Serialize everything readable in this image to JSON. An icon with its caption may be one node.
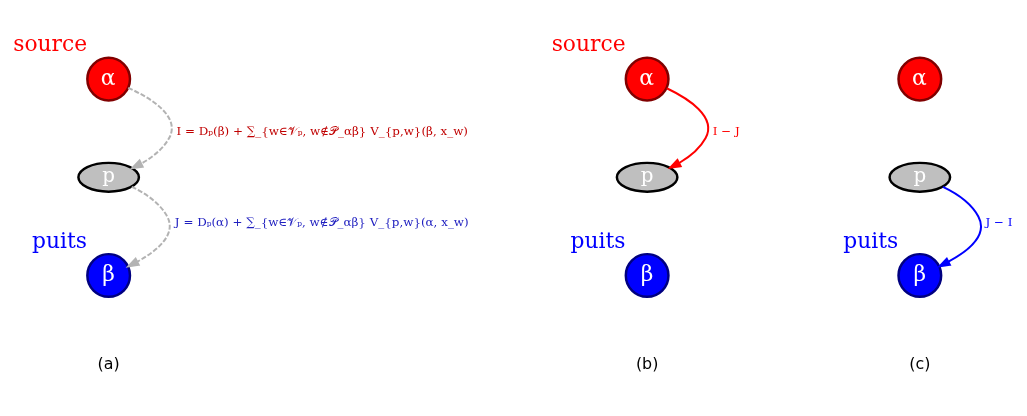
{
  "diagram": {
    "nodes": [
      {
        "text": [
          "α"
        ],
        "beside": [
          "source"
        ]
      },
      {
        "text": [
          "p"
        ]
      },
      {
        "text": [
          "β"
        ],
        "beside": [
          "puits"
        ]
      },
      {
        "text": [
          "α"
        ],
        "beside": [
          "source"
        ]
      },
      {
        "text": [
          "p"
        ]
      },
      {
        "text": [
          "β"
        ],
        "beside": [
          "puits"
        ]
      },
      {
        "text": [
          "α"
        ]
      },
      {
        "text": [
          "p"
        ]
      },
      {
        "text": [
          "β"
        ],
        "beside": [
          "puits"
        ]
      }
    ],
    "edges": [
      {
        "from": 0,
        "to": 1,
        "arrow": "to",
        "style": "dashed",
        "color": "#b3b3b3",
        "label": "I = Dₚ(β) + ∑_{w∈𝒱ₚ, w∉𝒫_αβ} V_{p,w}(β, x_w)"
      },
      {
        "from": 1,
        "to": 2,
        "arrow": "to",
        "style": "dashed",
        "color": "#b3b3b3",
        "label": "J = Dₚ(α) + ∑_{w∈𝒱ₚ, w∉𝒫_αβ} V_{p,w}(α, x_w)"
      },
      {
        "from": 3,
        "to": 4,
        "arrow": "to",
        "color": "#ff0000",
        "label": "I − J"
      },
      {
        "from": 7,
        "to": 8,
        "arrow": "to",
        "color": "#0000ff",
        "label": "J − I"
      }
    ],
    "labels": [
      "(a)",
      "(b)",
      "(c)"
    ]
  }
}
